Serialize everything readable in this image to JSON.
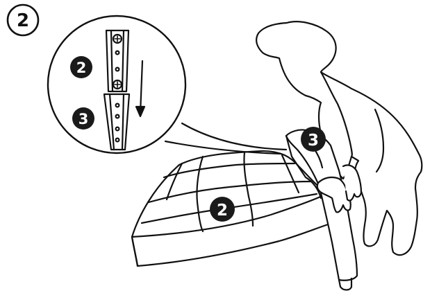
{
  "step": {
    "number": "2"
  },
  "detail": {
    "upper_part_label": "2",
    "lower_part_label": "3"
  },
  "scene": {
    "cushion_label": "2",
    "backrest_label": "3"
  },
  "colors": {
    "ink": "#111111",
    "paper": "#ffffff",
    "badge_fill": "#1a1a1a",
    "badge_text": "#ffffff"
  }
}
